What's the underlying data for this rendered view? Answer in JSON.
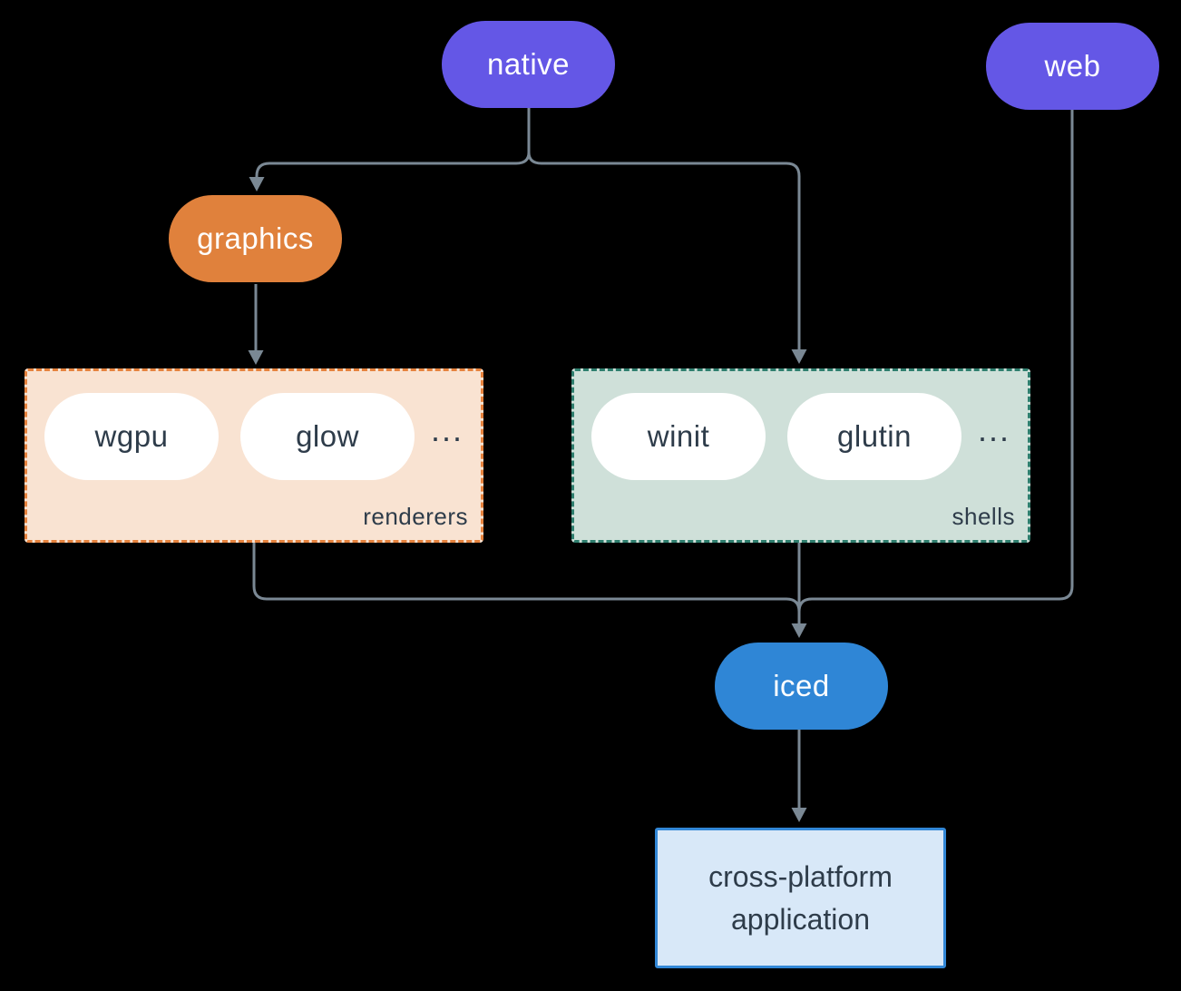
{
  "colors": {
    "bg": "#000000",
    "purple": "#6457e6",
    "orange": "#e0813c",
    "blue": "#2f86d6",
    "line": "#7a8894",
    "ink": "#2e3c4a",
    "peach-fill": "#f9e3d2",
    "orange-dash": "#e6823d",
    "green-fill": "#cfe0d9",
    "teal-dash": "#2e7e6e",
    "app-fill": "#d8e8f8",
    "app-border": "#3287d6"
  },
  "nodes": {
    "native": {
      "label": "native"
    },
    "web": {
      "label": "web"
    },
    "graphics": {
      "label": "graphics"
    },
    "iced": {
      "label": "iced"
    },
    "application": {
      "label": "cross-platform application"
    }
  },
  "groups": {
    "renderers": {
      "label": "renderers",
      "items": [
        "wgpu",
        "glow"
      ],
      "more": "..."
    },
    "shells": {
      "label": "shells",
      "items": [
        "winit",
        "glutin"
      ],
      "more": "..."
    }
  }
}
